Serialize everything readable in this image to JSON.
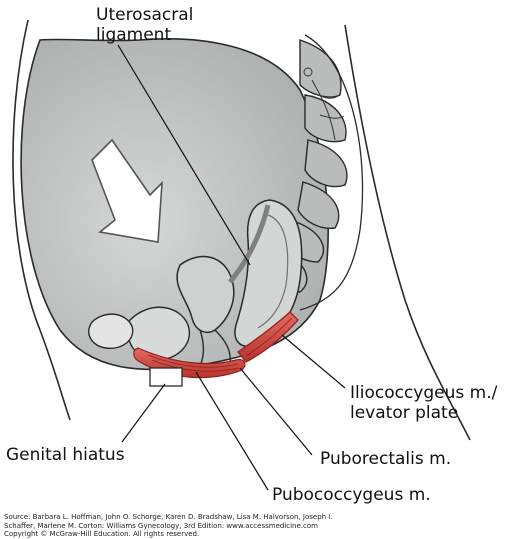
{
  "labels": {
    "uterosacral_1": "Uterosacral",
    "uterosacral_2": "ligament",
    "iliococcygeus_1": "Iliococcygeus m./",
    "iliococcygeus_2": "levator plate",
    "genital_hiatus": "Genital hiatus",
    "puborectalis": "Puborectalis m.",
    "pubococcygeus": "Pubococcygeus m."
  },
  "footer": {
    "source_line_1": "Source: Barbara L. Hoffman, John O. Schorge, Karen D. Bradshaw, Lisa M. Halvorson, Joseph I.",
    "source_line_2": "Schaffer, Marlene M. Corton: Williams Gynecology, 3rd Edition: www.accessmedicine.com",
    "copyright": "Copyright © McGraw-Hill Education. All rights reserved."
  },
  "colors": {
    "muscle": "#c8403a",
    "muscle_dark": "#8f1f1c",
    "tissue_gray": "#c9cccb",
    "tissue_dark": "#9fa3a2",
    "outline": "#2a2a2a"
  }
}
